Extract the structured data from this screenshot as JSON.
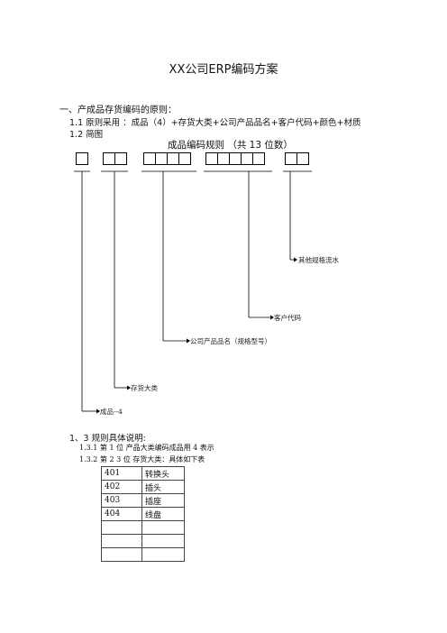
{
  "title": "XX公司ERP编码方案",
  "section1": {
    "heading": "一、产成品存货编码的原则：",
    "rule": "1.1 原则采用  ：成品（4）+存货大类+公司产品品名+客户代码+颜色+材质",
    "sketch": "1.2 简图"
  },
  "diagram": {
    "title": "成品编码规则  （共 13 位数）",
    "labels": {
      "seq": "其他规格流水",
      "customer": "客户代码",
      "product": "公司产品品名（规格型号）",
      "category": "存货大类",
      "finished": "成品--4"
    }
  },
  "section3": {
    "heading": "1、3  规则具体说明:",
    "item1": "1.3.1  第 1 位  产品大类编码成品用 4 表示",
    "item2": "1.3.2  第 2 3 位  存货大类：具体如下表"
  },
  "table": {
    "rows": [
      [
        "401",
        "转换头"
      ],
      [
        "402",
        "插头"
      ],
      [
        "403",
        "插座"
      ],
      [
        "404",
        "线盘"
      ],
      [
        "",
        ""
      ],
      [
        "",
        ""
      ],
      [
        "",
        ""
      ]
    ]
  }
}
